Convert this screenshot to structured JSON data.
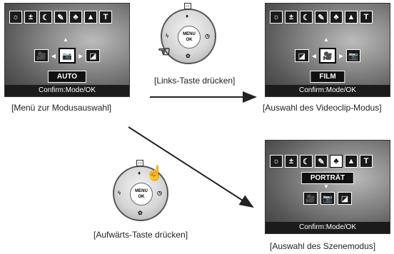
{
  "screens": {
    "top_left": {
      "icons": [
        "☼",
        "±",
        "☾",
        "✎",
        "♣",
        "▲",
        "T"
      ],
      "modes": [
        "🎥",
        "📷",
        "◪"
      ],
      "label": "AUTO",
      "confirm": "Confirm:Mode/OK",
      "caption": "[Menü zur Modusauswahl]"
    },
    "top_right": {
      "icons": [
        "☼",
        "±",
        "☾",
        "✎",
        "♣",
        "▲",
        "T"
      ],
      "modes": [
        "◪",
        "🎥",
        "📷"
      ],
      "label": "FILM",
      "confirm": "Confirm:Mode/OK",
      "caption": "[Auswahl des Videoclip-Modus]"
    },
    "bottom_right": {
      "icons": [
        "☼",
        "±",
        "☾",
        "✎",
        "♣",
        "▲",
        "T"
      ],
      "modes": [
        "🎥",
        "📷",
        "◪"
      ],
      "label": "PORTRÄT",
      "confirm": "Confirm:Mode/OK",
      "caption": "[Auswahl des Szenemodus]"
    }
  },
  "dials": {
    "left_press": {
      "center_line1": "MENU",
      "center_line2": "OK",
      "caption": "[Links-Taste drücken]"
    },
    "up_press": {
      "center_line1": "MENU",
      "center_line2": "OK",
      "caption": "[Aufwärts-Taste drücken]"
    }
  }
}
